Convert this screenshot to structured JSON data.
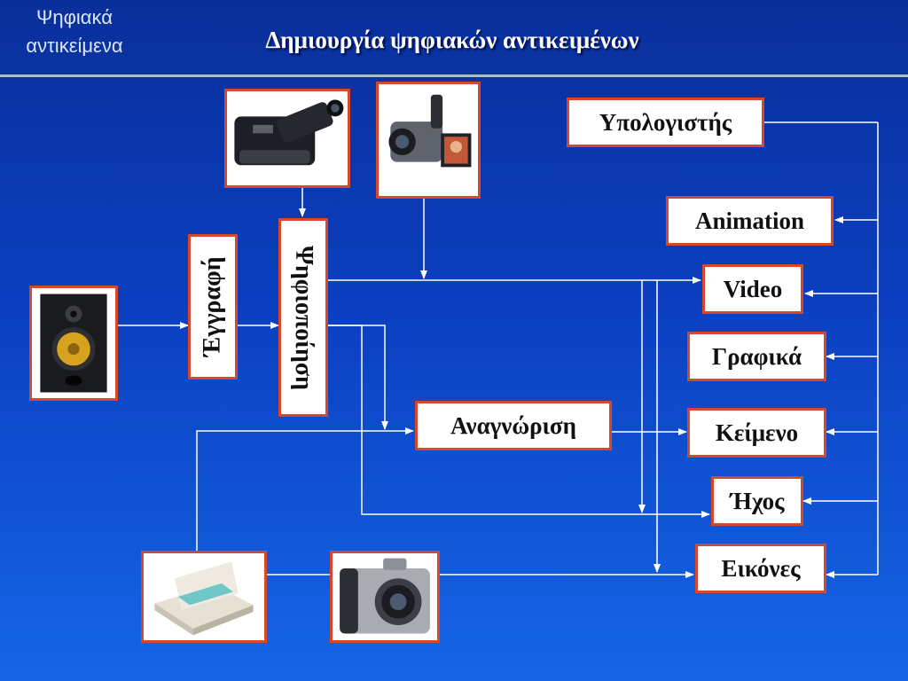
{
  "header": {
    "corner_title_line1": "Ψηφιακά",
    "corner_title_line2": "αντικείμενα",
    "title": "Δημιουργία ψηφιακών αντικειμένων"
  },
  "nodes": {
    "recording": "Έγγραφή",
    "digitization": "Ψηφιοποίηση",
    "recognition": "Αναγνώριση",
    "computer": "Υπολογιστής",
    "animation": "Animation",
    "video": "Video",
    "graphics": "Γραφικά",
    "text": "Κείμενο",
    "sound": "Ήχος",
    "images": "Εικόνες"
  },
  "devices": [
    "video-camera-icon",
    "camcorder-icon",
    "speaker-icon",
    "scanner-icon",
    "digital-camera-icon"
  ],
  "colors": {
    "box_border": "#d9472b",
    "line": "#ffffff",
    "background": "#0b3fc0"
  }
}
